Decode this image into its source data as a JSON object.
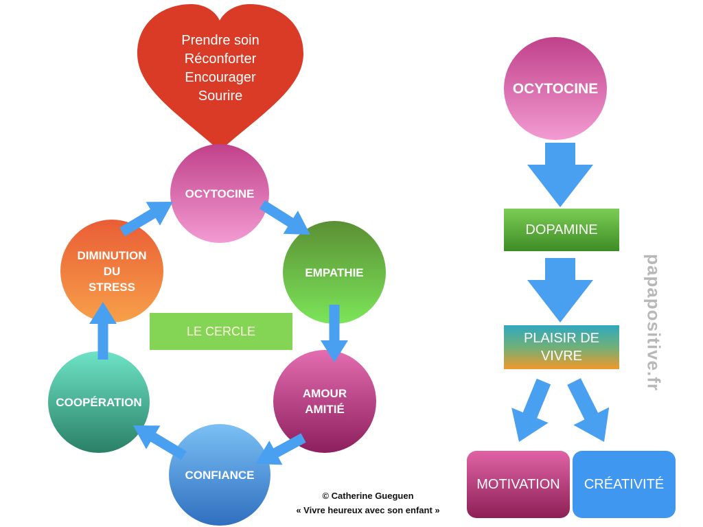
{
  "heart": {
    "lines": "Prendre soin\nRéconforter\nEncourager\nSourire",
    "color": "#d93b26"
  },
  "cycle": {
    "ocytocine": "OCYTOCINE",
    "empathie": "EMPATHIE",
    "amour": "AMOUR\nAMITIÉ",
    "confiance": "CONFIANCE",
    "cooperation": "COOPÉRATION",
    "diminution": "DIMINUTION\nDU\nSTRESS"
  },
  "center_label": "LE CERCLE",
  "chain": {
    "ocytocine": "OCYTOCINE",
    "dopamine": "DOPAMINE",
    "plaisir": "PLAISIR DE\nVIVRE",
    "motivation": "MOTIVATION",
    "creativite": "CRÉATIVITÉ"
  },
  "credit": {
    "line1": "© Catherine Gueguen",
    "line2": "« Vivre heureux avec son enfant »"
  },
  "watermark": "papapositive.fr",
  "colors": {
    "arrow": "#4aa0f0",
    "green_label": "#84d555",
    "motivation": "#b8377f",
    "creativite": "#3f97f0"
  }
}
